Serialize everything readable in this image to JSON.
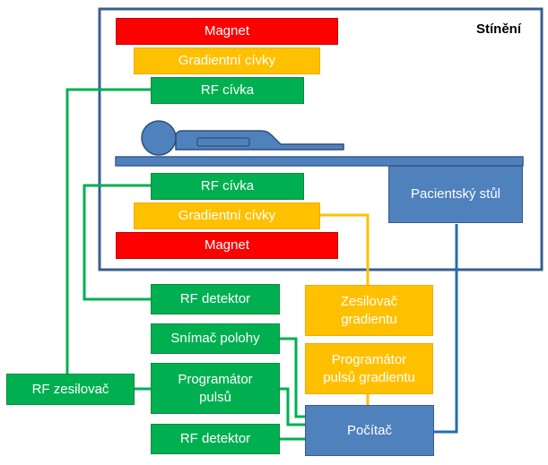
{
  "shielding": {
    "label": "Stínění"
  },
  "top_magnet": {
    "label": "Magnet"
  },
  "top_gradient_coils": {
    "label": "Gradientní cívky"
  },
  "top_rf_coil": {
    "label": "RF cívka"
  },
  "bottom_rf_coil": {
    "label": "RF cívka"
  },
  "bottom_gradient_coils": {
    "label": "Gradientní cívky"
  },
  "bottom_magnet": {
    "label": "Magnet"
  },
  "patient_table": {
    "label": "Pacientský stůl"
  },
  "rf_detector_1": {
    "label": "RF detektor"
  },
  "position_sensor": {
    "label": "Snímač polohy"
  },
  "pulse_programmer": {
    "label": "Programátor\npulsů"
  },
  "rf_detector_2": {
    "label": "RF detektor"
  },
  "rf_amplifier": {
    "label": "RF zesilovač"
  },
  "gradient_amplifier": {
    "label": "Zesilovač\ngradientu"
  },
  "gradient_pulse_programmer": {
    "label": "Programátor\npulsů gradientu"
  },
  "computer": {
    "label": "Počítač"
  },
  "colors": {
    "magnet": "#ff0000",
    "gradient": "#ffc000",
    "rf": "#00b050",
    "structure": "#4f81bd",
    "shield_border": "#3a5f8f"
  }
}
